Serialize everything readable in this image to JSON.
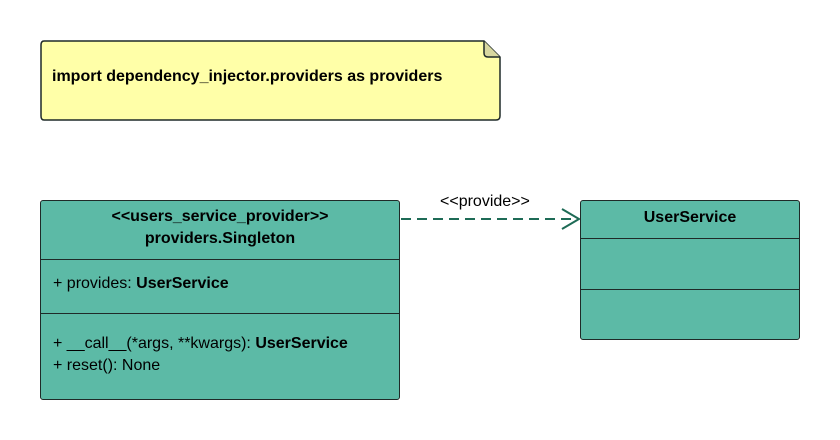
{
  "note": {
    "text": "import dependency_injector.providers as providers"
  },
  "provider_class": {
    "stereotype": "<<users_service_provider>>",
    "name": "providers.Singleton",
    "attribute": {
      "prefix": "+ provides: ",
      "type": "UserService"
    },
    "operations": [
      {
        "prefix": "+ __call__(*args, **kwargs): ",
        "type": "UserService"
      },
      {
        "prefix": "+ reset(): None",
        "type": ""
      }
    ]
  },
  "dependency": {
    "label": "<<provide>>"
  },
  "service_class": {
    "name": "UserService"
  },
  "colors": {
    "note_fill": "#ffffa8",
    "class_fill": "#5cbaa6",
    "arrow": "#1e6b56",
    "border": "#1f2a28"
  }
}
